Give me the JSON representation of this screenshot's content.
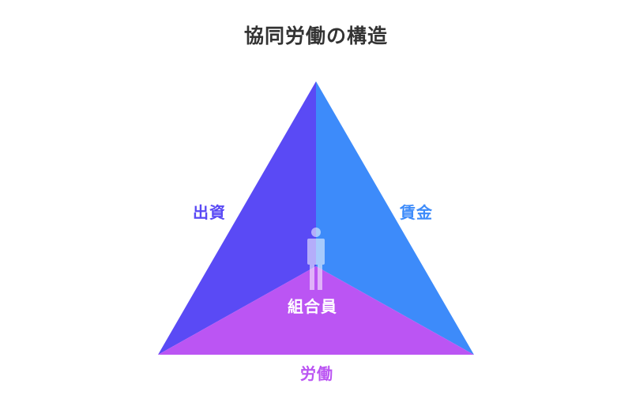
{
  "title": "協同労働の構造",
  "labels": {
    "investment": "出資",
    "wage": "賃金",
    "labor": "労働",
    "member": "組合員"
  },
  "colors": {
    "investment": "#5a4af5",
    "wage": "#3d8bfa",
    "labor": "#bb55f3",
    "title": "#333333",
    "member_label": "#ffffff"
  },
  "icons": {
    "member": "person-icon"
  }
}
